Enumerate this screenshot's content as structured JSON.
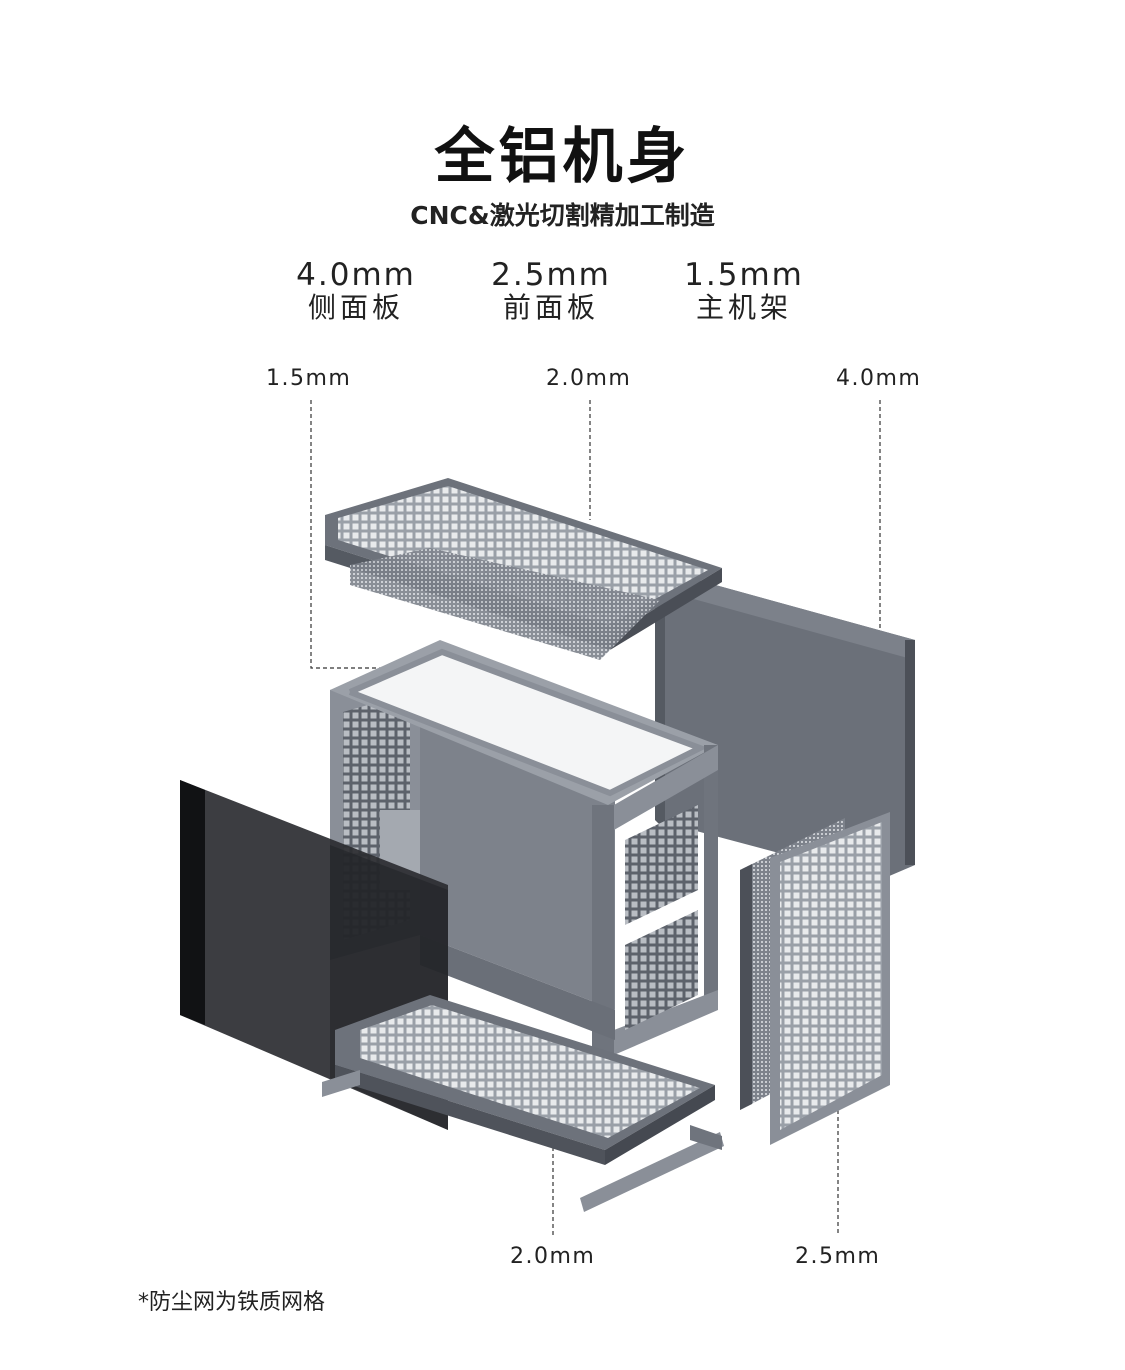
{
  "header": {
    "title": "全铝机身",
    "subtitle": "CNC&激光切割精加工制造"
  },
  "specs": [
    {
      "value": "4.0mm",
      "label": "侧面板"
    },
    {
      "value": "2.5mm",
      "label": "前面板"
    },
    {
      "value": "1.5mm",
      "label": "主机架"
    }
  ],
  "dimensions": {
    "top_left": "1.5mm",
    "top_middle": "2.0mm",
    "top_right": "4.0mm",
    "bottom_middle": "2.0mm",
    "bottom_right": "2.5mm"
  },
  "footnote": "*防尘网为铁质网格",
  "colors": {
    "panel_gray": "#6b7079",
    "frame_gray": "#8a8f98",
    "glass_dark": "#2b2d31",
    "text": "#1a1a1a"
  }
}
